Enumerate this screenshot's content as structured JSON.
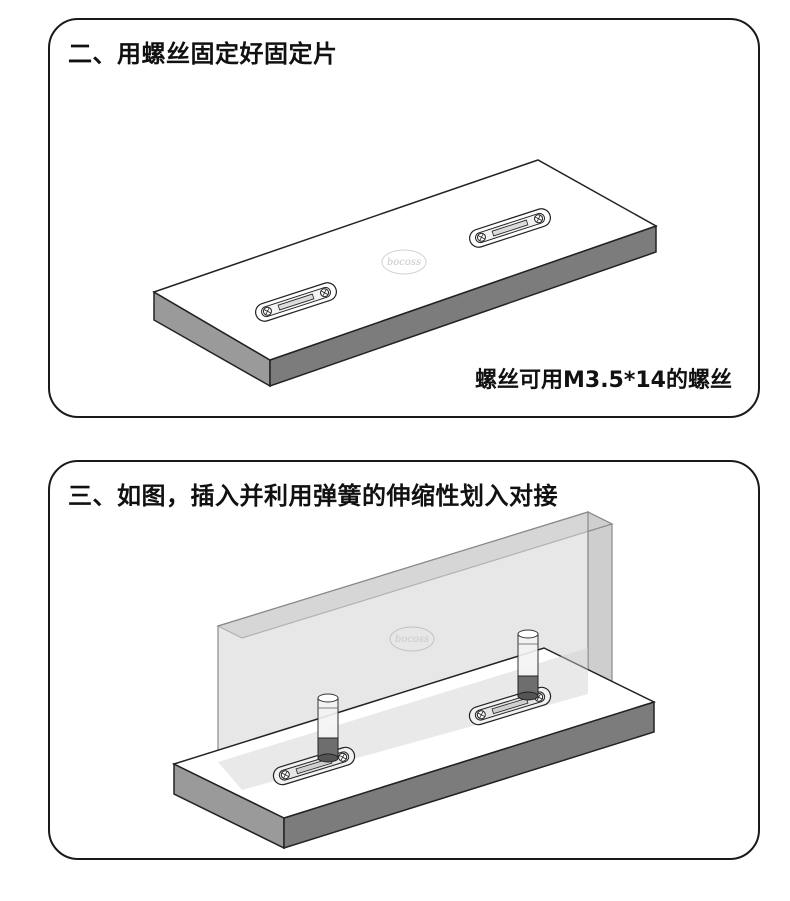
{
  "steps": [
    {
      "title": "二、用螺丝固定好固定片",
      "note": "螺丝可用M3.5*14的螺丝"
    },
    {
      "title": "三、如图，插入并利用弹簧的伸缩性划入对接"
    }
  ],
  "watermark": {
    "text": "bocoss"
  },
  "colors": {
    "border": "#1a1a1a",
    "board_top": "#ffffff",
    "board_front": "#9a9a9a",
    "board_side": "#7c7c7c",
    "glass_face": "#d4d4d4",
    "glass_side": "#bdbdbd",
    "glass_edge": "#8a8a8a"
  }
}
